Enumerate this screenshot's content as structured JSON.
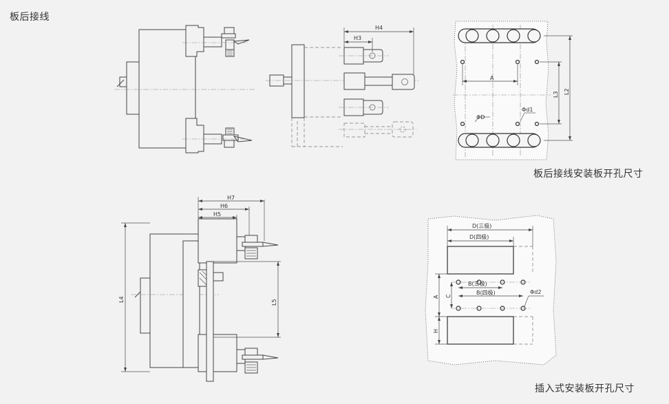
{
  "heading": "板后接线",
  "captions": {
    "rear_panel": "板后接线安装板开孔尺寸",
    "plug_in_panel": "插入式安装板开孔尺寸"
  },
  "labels": {
    "H4": "H4",
    "H3": "H3",
    "A_top": "A",
    "L3": "L3",
    "L2": "L2",
    "phiD": "ΦD",
    "phid1": "Φd1",
    "H7": "H7",
    "H6": "H6",
    "H5": "H5",
    "L4": "L4",
    "L5": "L5",
    "D_three": "D(三极)",
    "D_four": "D(四极)",
    "B_three": "B(三极)",
    "B_four": "B(四极)",
    "phid2": "Φd2",
    "A_bottom": "A",
    "C": "C",
    "H": "H"
  }
}
